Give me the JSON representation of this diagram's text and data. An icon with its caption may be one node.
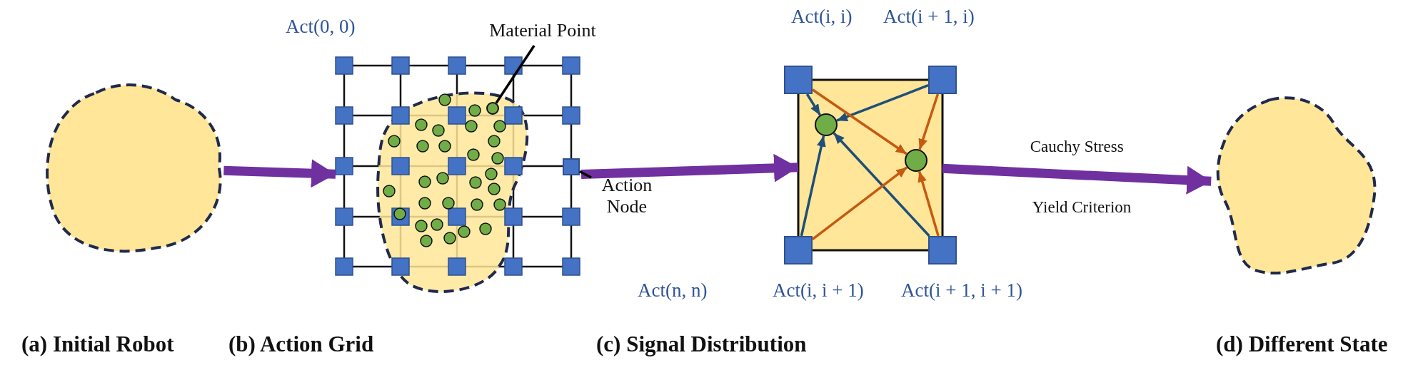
{
  "diagram": {
    "nodes": [
      {
        "text": [],
        "shape": "cloud",
        "beside": [
          "(a) Initial Robot"
        ]
      },
      {
        "text": [],
        "shape": "picture",
        "beside": [
          "(b) Action Grid"
        ]
      },
      {
        "text": [
          "Material Point"
        ]
      },
      {
        "text": [],
        "shape": "circle",
        "in": 1
      },
      {
        "text": [
          "Action Node"
        ]
      },
      {
        "text": [],
        "shape": "box"
      },
      {
        "text": [],
        "shape": "box",
        "beside": [
          "(c) Signal Distribution"
        ]
      },
      {
        "text": [],
        "shape": "box",
        "beside": [
          "Act(i, i)"
        ]
      },
      {
        "text": [],
        "shape": "box",
        "beside": [
          "Act(i + 1, i)"
        ]
      },
      {
        "text": [],
        "shape": "box",
        "beside": [
          "Act(i, i + 1)"
        ]
      },
      {
        "text": [],
        "shape": "box",
        "beside": [
          "Act(i + 1, i + 1)"
        ]
      },
      {
        "text": [],
        "shape": "circle",
        "in": 6
      },
      {
        "text": [],
        "shape": "circle",
        "in": 6
      },
      {
        "text": [],
        "shape": "cloud",
        "beside": [
          "(d) Different State"
        ]
      }
    ],
    "edges": [
      {
        "from": 0,
        "to": 1,
        "arrow": "to",
        "style": "thick",
        "color": "#7030a0"
      },
      {
        "from": 1,
        "to": 6,
        "arrow": "to",
        "style": "thick",
        "color": "#7030a0"
      },
      {
        "from": 6,
        "to": 13,
        "arrow": "to",
        "style": "thick",
        "color": "#7030a0",
        "label": "Cauchy Stress"
      },
      {
        "from": 2,
        "to": 3,
        "arrow": "none",
        "color": "#000000"
      },
      {
        "from": 4,
        "to": 5,
        "arrow": "none",
        "color": "#000000"
      },
      {
        "from": 7,
        "to": 11,
        "arrow": "to",
        "color": "#1f4e79"
      },
      {
        "from": 8,
        "to": 11,
        "arrow": "to",
        "color": "#1f4e79"
      },
      {
        "from": 9,
        "to": 11,
        "arrow": "to",
        "color": "#1f4e79"
      },
      {
        "from": 10,
        "to": 11,
        "arrow": "to",
        "color": "#1f4e79"
      },
      {
        "from": 7,
        "to": 12,
        "arrow": "to",
        "color": "#c55a11"
      },
      {
        "from": 8,
        "to": 12,
        "arrow": "to",
        "color": "#c55a11"
      },
      {
        "from": 9,
        "to": 12,
        "arrow": "to",
        "color": "#c55a11"
      },
      {
        "from": 10,
        "to": 12,
        "arrow": "to",
        "color": "#c55a11"
      }
    ],
    "labels": [
      "Act(0, 0)",
      "Act(n, n)",
      "Yield Criterion"
    ]
  }
}
